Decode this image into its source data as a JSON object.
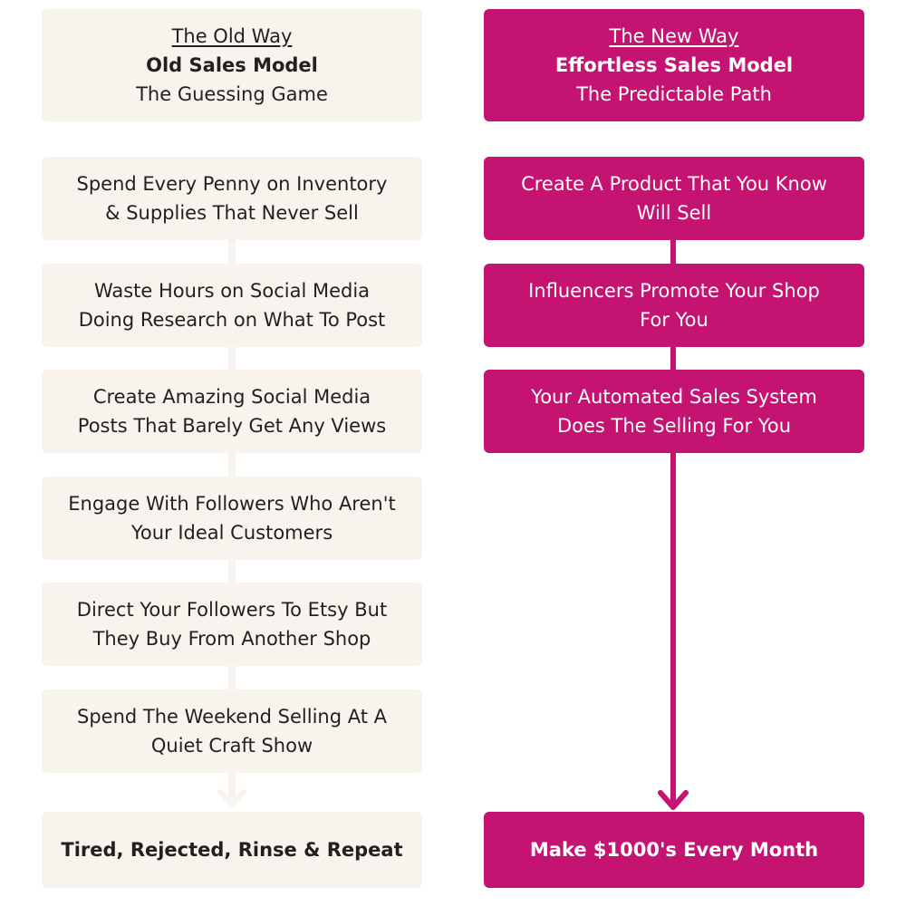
{
  "old_way": {
    "heading": "The Old Way",
    "title": "Old Sales Model",
    "subtitle": "The Guessing Game",
    "steps": [
      {
        "line1": "Spend Every Penny on Inventory",
        "line2": "& Supplies That Never Sell"
      },
      {
        "line1": "Waste Hours on Social Media",
        "line2": "Doing Research on What To Post"
      },
      {
        "line1": "Create Amazing Social Media",
        "line2": "Posts That Barely Get Any Views"
      },
      {
        "line1": "Engage With Followers Who Aren't",
        "line2": "Your Ideal Customers"
      },
      {
        "line1": "Direct Your Followers To Etsy But",
        "line2": "They Buy From Another Shop"
      },
      {
        "line1": "Spend The Weekend Selling At A",
        "line2": "Quiet Craft Show"
      }
    ],
    "result": "Tired, Rejected, Rinse & Repeat"
  },
  "new_way": {
    "heading": "The New Way",
    "title": "Effortless Sales Model",
    "subtitle": "The Predictable Path",
    "steps": [
      {
        "line1": "Create A Product That You Know",
        "line2": "Will Sell"
      },
      {
        "line1": "Influencers Promote Your Shop",
        "line2": "For You"
      },
      {
        "line1": "Your Automated Sales System",
        "line2": "Does The Selling For You"
      }
    ],
    "result": "Make $1000's Every Month"
  },
  "colors": {
    "old_box": "#f9f3ed",
    "new_box": "#c41370",
    "dark_text": "#231f20",
    "light_text": "#ffffff"
  }
}
